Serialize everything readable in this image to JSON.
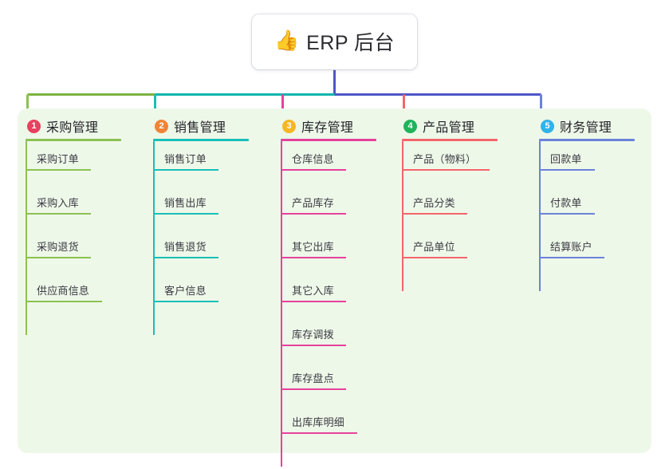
{
  "root": {
    "icon": "thumbs-up-icon",
    "emoji": "👍",
    "label": "ERP 后台"
  },
  "theme": {
    "page_background": "#ffffff",
    "panel_background": "#eef8e9",
    "title_text_color": "#2b2b30",
    "leaf_text_color": "#3a3a42"
  },
  "connectors": {
    "trunk_color": "#4e56c8",
    "left_segment_color": "#7cb342",
    "mid_segment_color": "#12b5ad",
    "right_segment_color": "#4e56c8"
  },
  "columns": [
    {
      "number": "1",
      "title": "采购管理",
      "badge_color": "#e8415f",
      "line_color": "#8cc152",
      "drop_color": "#8cc152",
      "title_width": 120,
      "items": [
        {
          "label": "采购订单",
          "rule_width": 82
        },
        {
          "label": "采购入库",
          "rule_width": 82
        },
        {
          "label": "采购退货",
          "rule_width": 82
        },
        {
          "label": "供应商信息",
          "rule_width": 96
        }
      ]
    },
    {
      "number": "2",
      "title": "销售管理",
      "badge_color": "#f08437",
      "line_color": "#19bfb7",
      "drop_color": "#19bfb7",
      "title_width": 120,
      "items": [
        {
          "label": "销售订单",
          "rule_width": 82
        },
        {
          "label": "销售出库",
          "rule_width": 82
        },
        {
          "label": "销售退货",
          "rule_width": 82
        },
        {
          "label": "客户信息",
          "rule_width": 82
        }
      ]
    },
    {
      "number": "3",
      "title": "库存管理",
      "badge_color": "#f5b722",
      "line_color": "#e5429b",
      "drop_color": "#e5429b",
      "title_width": 120,
      "items": [
        {
          "label": "仓库信息",
          "rule_width": 82
        },
        {
          "label": "产品库存",
          "rule_width": 82
        },
        {
          "label": "其它出库",
          "rule_width": 82
        },
        {
          "label": "其它入库",
          "rule_width": 82
        },
        {
          "label": "库存调拨",
          "rule_width": 82
        },
        {
          "label": "库存盘点",
          "rule_width": 82
        },
        {
          "label": "出库库明细",
          "rule_width": 96
        }
      ]
    },
    {
      "number": "4",
      "title": "产品管理",
      "badge_color": "#21b35a",
      "line_color": "#f4656b",
      "drop_color": "#f4656b",
      "title_width": 120,
      "items": [
        {
          "label": "产品（物料）",
          "rule_width": 110
        },
        {
          "label": "产品分类",
          "rule_width": 82
        },
        {
          "label": "产品单位",
          "rule_width": 82
        }
      ]
    },
    {
      "number": "5",
      "title": "财务管理",
      "badge_color": "#2fb4e8",
      "line_color": "#6a82d8",
      "drop_color": "#6a82d8",
      "title_width": 120,
      "items": [
        {
          "label": "回款单",
          "rule_width": 70
        },
        {
          "label": "付款单",
          "rule_width": 70
        },
        {
          "label": "结算账户",
          "rule_width": 82
        }
      ]
    }
  ]
}
